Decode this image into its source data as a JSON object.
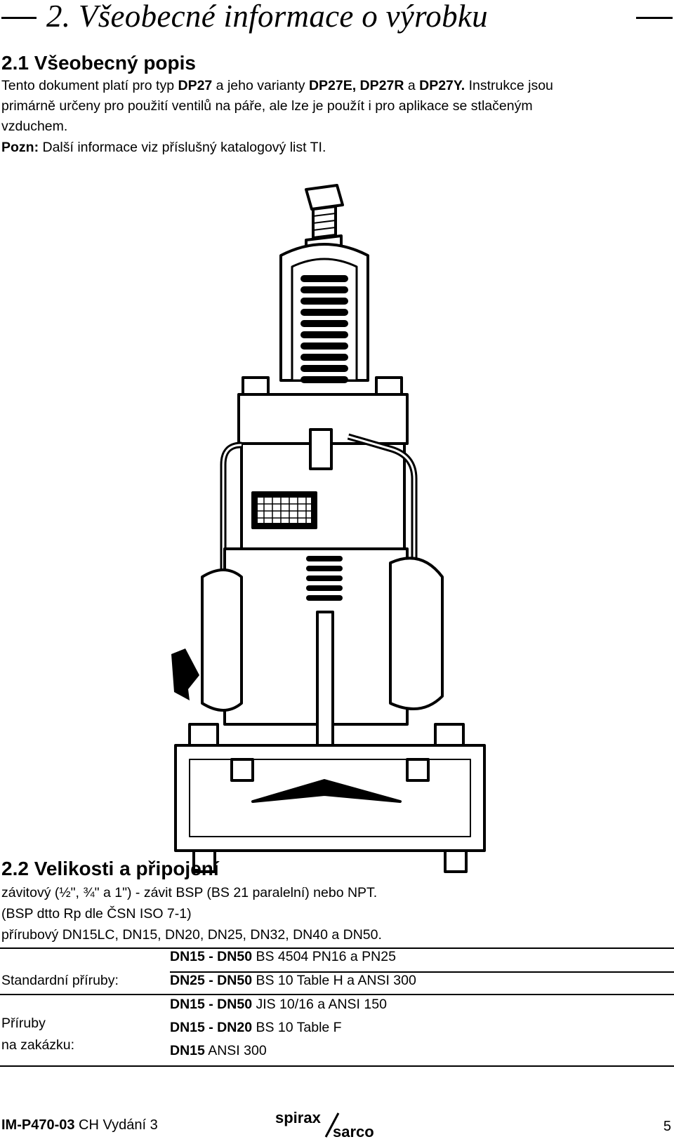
{
  "chapter": {
    "title": "2. Všeobecné informace o výrobku"
  },
  "section_1": {
    "heading": "2.1 Všeobecný popis",
    "line1_a": "Tento dokument platí pro typ ",
    "line1_b": "DP27",
    "line1_c": " a jeho varianty ",
    "line1_d": "DP27E, DP27R",
    "line1_e": " a ",
    "line1_f": "DP27Y.",
    "line1_g": " Instrukce jsou",
    "line2": "primárně určeny pro použití ventilů na páře, ale lze je použít i pro aplikace se stlačeným",
    "line3": "vzduchem.",
    "note_label": "Pozn:",
    "note_text": " Další informace viz příslušný katalogový list TI."
  },
  "section_2": {
    "heading": "2.2 Velikosti a připojení",
    "line1": "závitový (½\", ¾\" a 1\") - závit BSP (BS 21 paralelní) nebo NPT.",
    "line2": "(BSP dtto Rp dle ČSN ISO 7-1)",
    "line3": "přírubový DN15LC, DN15, DN20, DN25, DN32, DN40 a DN50."
  },
  "flange_table": {
    "standard_label": "Standardní příruby:",
    "custom_label_1": "Příruby",
    "custom_label_2": "na zakázku:",
    "rows": [
      {
        "range": "DN15 - DN50",
        "spec": " BS 4504 PN16 a PN25"
      },
      {
        "range": "DN25 - DN50",
        "spec": " BS 10 Table H a ANSI 300"
      },
      {
        "range": "DN15 - DN50",
        "spec": " JIS 10/16 a ANSI 150"
      },
      {
        "range": "DN15 - DN20",
        "spec": " BS 10 Table F"
      },
      {
        "range": "DN15",
        "spec": " ANSI 300"
      }
    ]
  },
  "footer": {
    "code": "IM-P470-03",
    "edition": " CH Vydání 3",
    "logo_top": "spirax",
    "logo_bottom": "sarco",
    "page": "5"
  }
}
